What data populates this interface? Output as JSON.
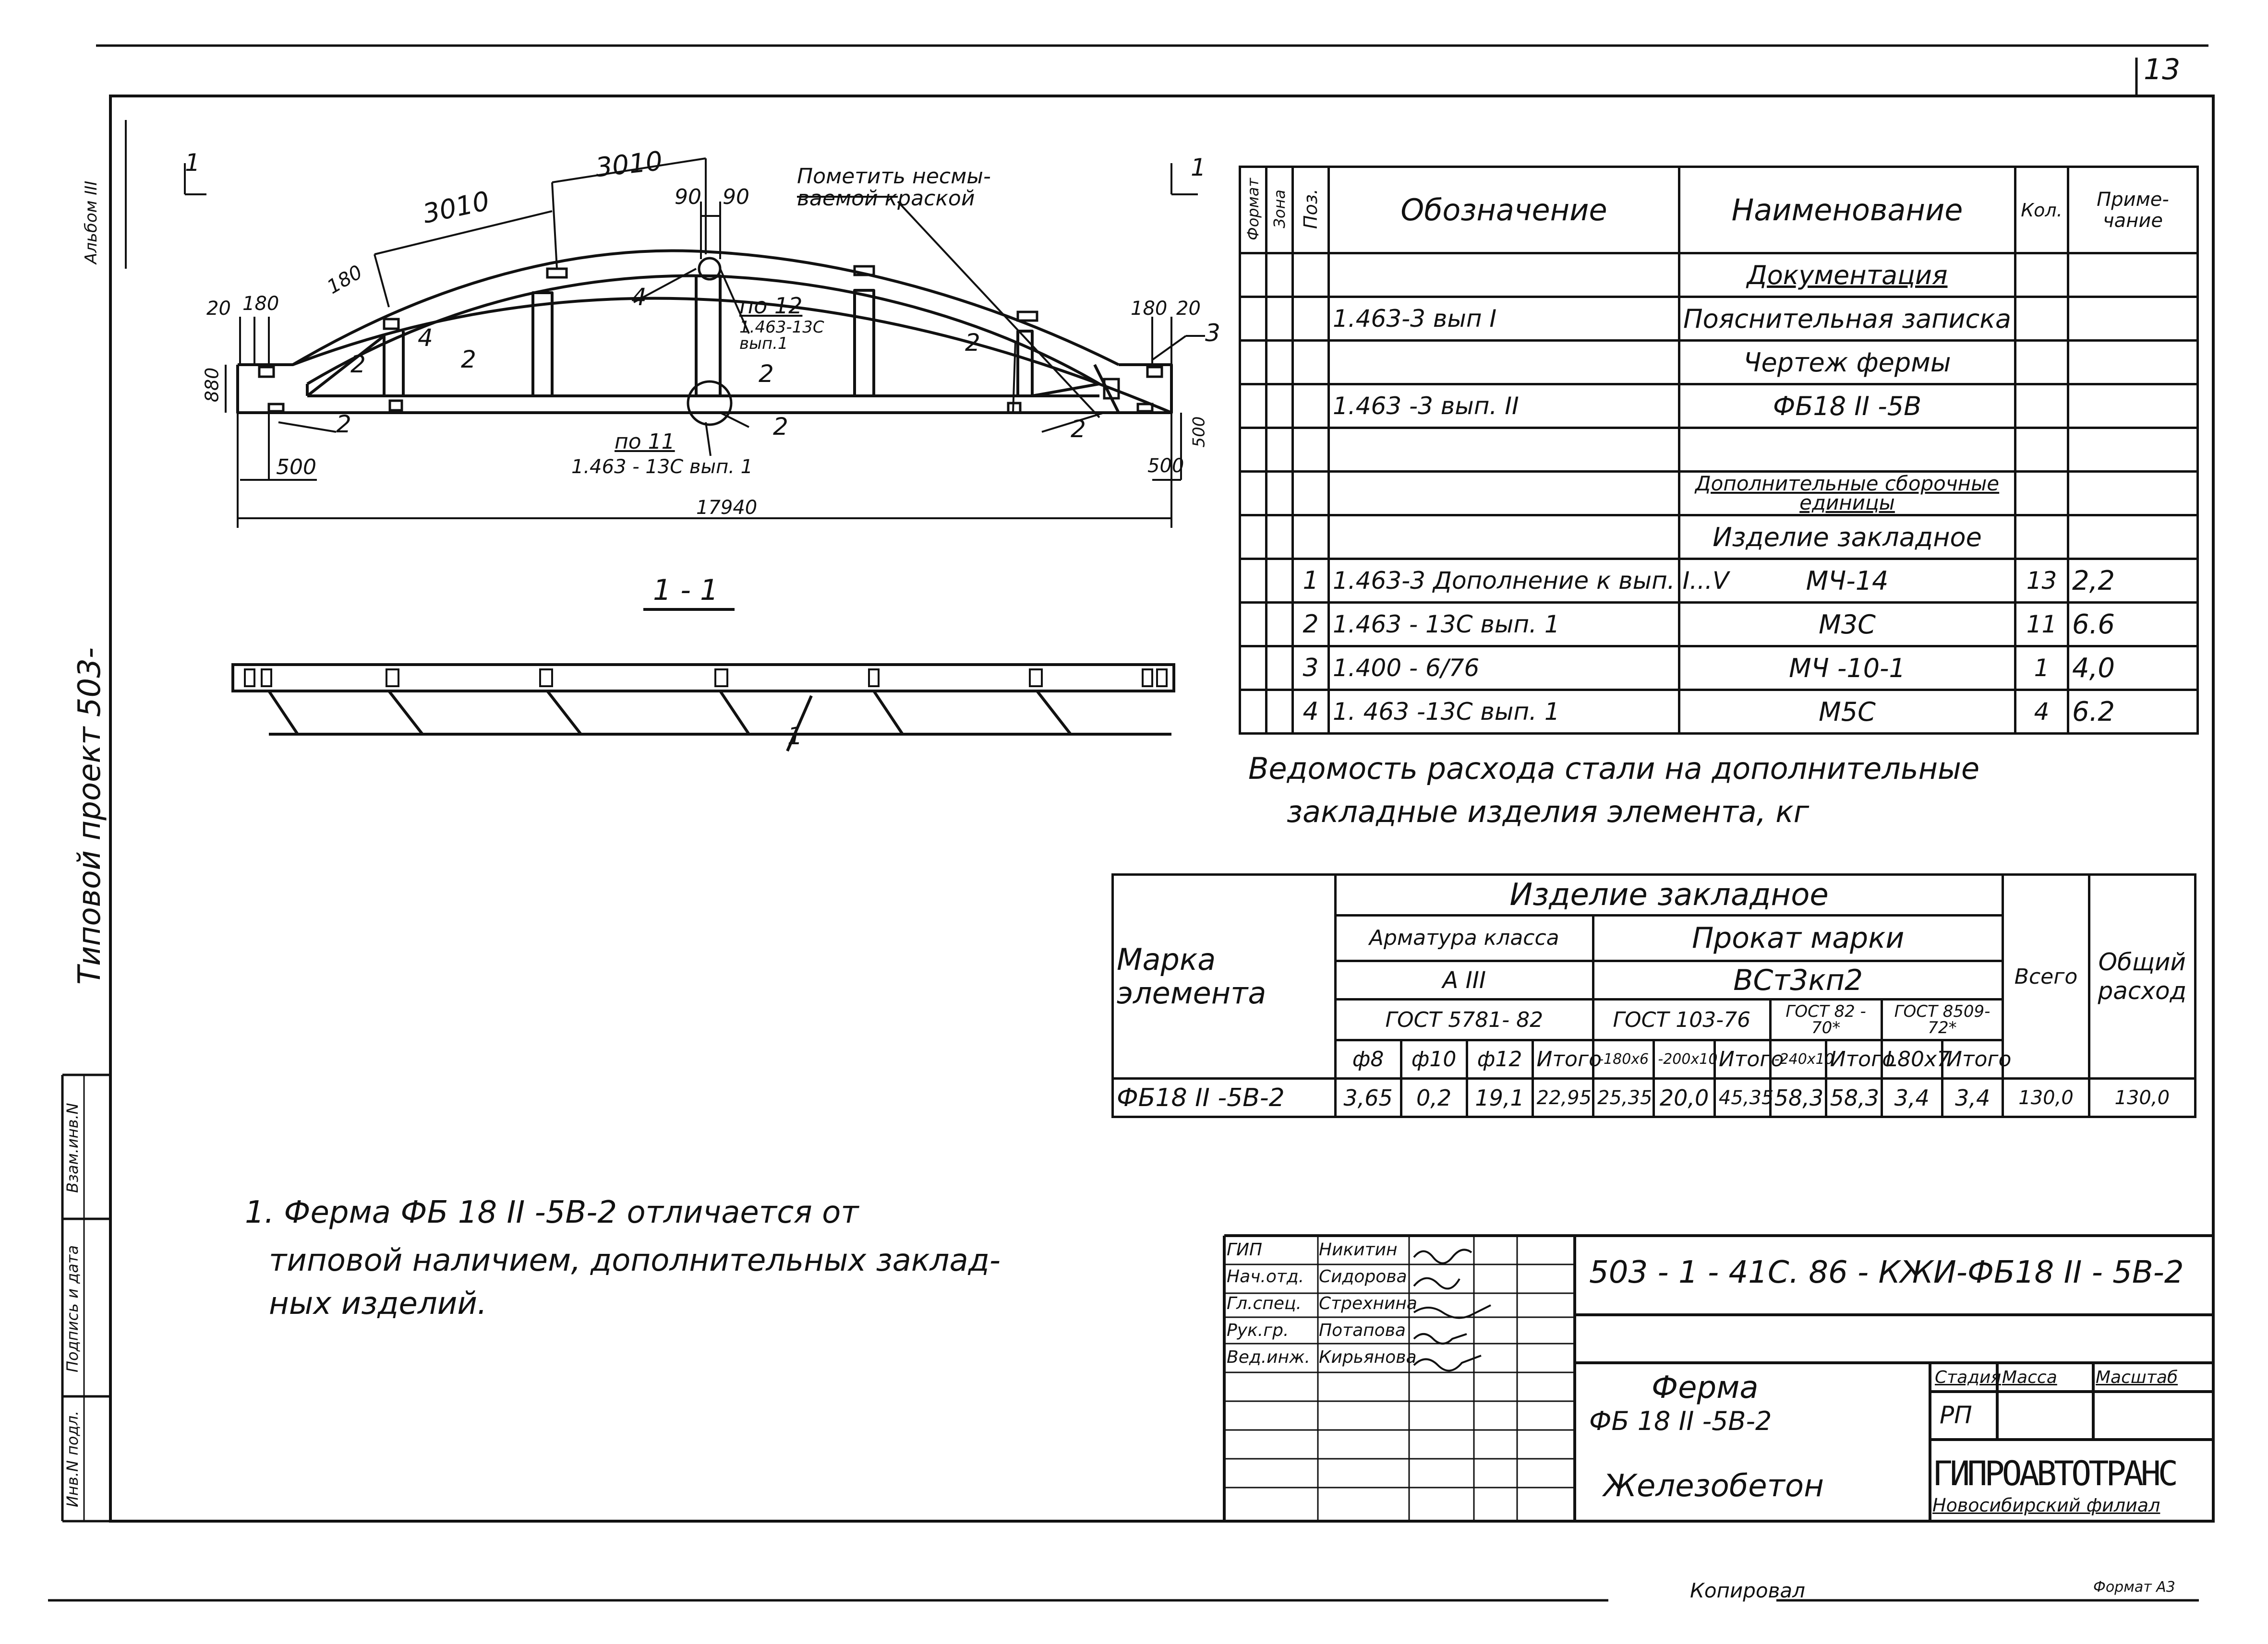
{
  "sheet": {
    "page_number": "13",
    "album_label": "Альбом III",
    "project_label": "Типовой проект 503-",
    "copied_label": "Копировал",
    "format_label": "Формат А3"
  },
  "margin_block": {
    "fields": [
      "Взам.инв.N",
      "Подпись и дата",
      "Инв.N подл."
    ]
  },
  "drawing": {
    "section_marker_left": "1",
    "section_marker_right": "1",
    "dims": {
      "d3010a": "3010",
      "d3010b": "3010",
      "d90a": "90",
      "d90b": "90",
      "d180l": "180",
      "d20l": "20",
      "d180top": "180",
      "d180r": "180",
      "d20r": "20",
      "d880": "880",
      "d500l": "500",
      "d500r": "500",
      "d500v": "500",
      "d17940": "17940"
    },
    "callout_paint": "Пометить несмы- ваемой краской",
    "callouts": {
      "n4a": "4",
      "n4b": "4",
      "n2a": "2",
      "n2b": "2",
      "n2c": "2",
      "n2d": "2",
      "n2e": "2",
      "n2f": "2",
      "n2g": "2",
      "n3": "3",
      "po12": "по 12",
      "po12_ref": "1.463-13С вып.1",
      "po11": "по 11",
      "po11_ref": "1.463 - 13С вып. 1"
    },
    "section_title": "1 - 1",
    "section_pos": "1"
  },
  "spec_table": {
    "headers": {
      "format": "Формат",
      "zone": "Зона",
      "pos": "Поз.",
      "designation": "Обозначение",
      "name": "Наименование",
      "qty": "Кол.",
      "note": "Приме- чание"
    },
    "rows": [
      {
        "pos": "",
        "designation": "",
        "name": "Документация",
        "qty": "",
        "note": "",
        "name_ul": true
      },
      {
        "pos": "",
        "designation": "1.463-3      вып I",
        "name": "Пояснительная записка",
        "qty": "",
        "note": ""
      },
      {
        "pos": "",
        "designation": "",
        "name": "Чертеж   фермы",
        "qty": "",
        "note": ""
      },
      {
        "pos": "",
        "designation": "1.463 -3      вып. II",
        "name": "ФБ18 II -5В",
        "qty": "",
        "note": ""
      },
      {
        "pos": "",
        "designation": "",
        "name": "",
        "qty": "",
        "note": ""
      },
      {
        "pos": "",
        "designation": "",
        "name": "Дополнительные сборочные единицы",
        "qty": "",
        "note": "",
        "name_ul": true
      },
      {
        "pos": "",
        "designation": "",
        "name": "Изделие   закладное",
        "qty": "",
        "note": ""
      },
      {
        "pos": "1",
        "designation": "1.463-3 Дополнение к вып. I...V",
        "name": "МЧ-14",
        "qty": "13",
        "note": "2,2"
      },
      {
        "pos": "2",
        "designation": "1.463 - 13С      вып. 1",
        "name": "М3С",
        "qty": "11",
        "note": "6.6"
      },
      {
        "pos": "3",
        "designation": "1.400 - 6/76",
        "name": "МЧ -10-1",
        "qty": "1",
        "note": "4,0"
      },
      {
        "pos": "4",
        "designation": "1. 463 -13С   вып. 1",
        "name": "М5С",
        "qty": "4",
        "note": "6.2"
      }
    ]
  },
  "steel": {
    "caption_line1": "Ведомость   расхода   стали   на   дополнительные",
    "caption_line2": "закладные   изделия   элемента,   кг",
    "hdr_mark": "Марка элемента",
    "hdr_product": "Изделие    закладное",
    "hdr_rebar": "Арматура класса",
    "hdr_rebar_class": "А III",
    "hdr_rolled": "Прокат    марки",
    "hdr_rolled_grade": "ВСт3кп2",
    "hdr_total": "Всего",
    "hdr_overall": "Общий расход",
    "gost1": "ГОСТ 5781- 82",
    "gost2": "ГОСТ 103-76",
    "gost3": "ГОСТ 82 - 70*",
    "gost4": "ГОСТ 8509-72*",
    "sub": [
      "ф8",
      "ф10",
      "ф12",
      "Итого",
      "-180х6",
      "-200х10",
      "Итого",
      "-240х10",
      "Итого",
      "L80х7",
      "Итого"
    ],
    "row": [
      "ФБ18 II -5В-2",
      "3,65",
      "0,2",
      "19,1",
      "22,95",
      "25,35",
      "20,0",
      "45,35",
      "58,3",
      "58,3",
      "3,4",
      "3,4",
      "130,0",
      "130,0"
    ]
  },
  "note": {
    "line1": "1. Ферма   ФБ 18 II -5В-2   отличается от",
    "line2": "типовой    наличием,  дополнительных заклад-",
    "line3": "ных   изделий."
  },
  "title_block": {
    "code": "503 - 1 - 41С. 86   - КЖИ-ФБ18 II - 5В-2",
    "object_line1": "Ферма",
    "object_line2": "ФБ 18 II -5В-2",
    "material": "Железобетон",
    "stage_label": "Стадия",
    "mass_label": "Масса",
    "scale_label": "Масштаб",
    "stage_value": "РП",
    "org_name": "ГИПРОАВТОТРАНС",
    "org_branch": "Новосибирский филиал",
    "signers": [
      {
        "role": "ГИП",
        "name": "Никитин"
      },
      {
        "role": "Нач.отд.",
        "name": "Сидорова"
      },
      {
        "role": "Гл.спец.",
        "name": "Стрехнина"
      },
      {
        "role": "Рук.гр.",
        "name": "Потапова"
      },
      {
        "role": "Вед.инж.",
        "name": "Кирьянова"
      }
    ]
  }
}
